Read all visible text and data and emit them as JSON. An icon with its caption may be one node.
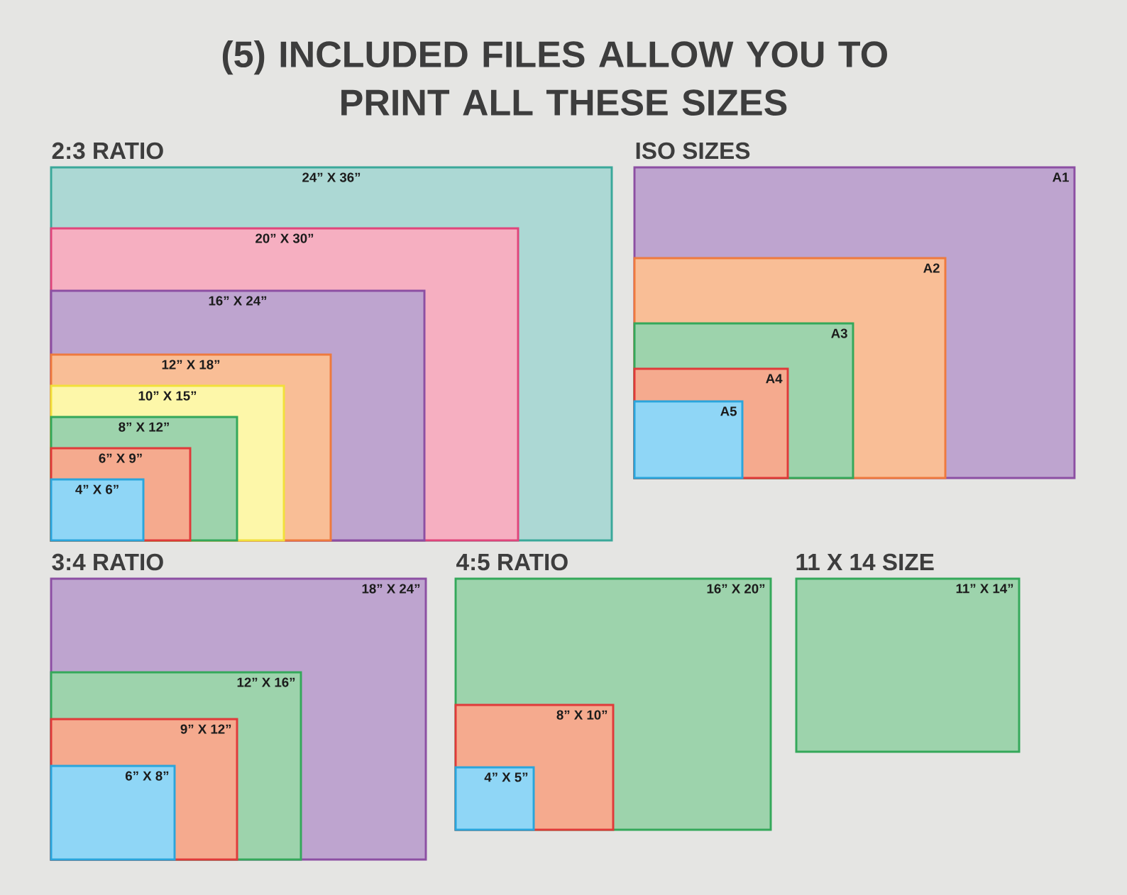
{
  "diagram": {
    "title": "(5) INCLUDED FILES ALLOW YOU TO PRINT ALL THESE SIZES",
    "nodes": [
      {
        "text": [
          "24” X 36”"
        ]
      },
      {
        "text": [
          "20” X 30”"
        ],
        "in": 0
      },
      {
        "text": [
          "16” X 24”"
        ],
        "in": 1
      },
      {
        "text": [
          "12” X 18”"
        ],
        "in": 2
      },
      {
        "text": [
          "10” X 15”"
        ],
        "in": 3
      },
      {
        "text": [
          "8” X 12”"
        ],
        "in": 4
      },
      {
        "text": [
          "6” X 9”"
        ],
        "in": 5
      },
      {
        "text": [
          "4” X 6”"
        ],
        "in": 6
      },
      {
        "text": [
          "A1"
        ]
      },
      {
        "text": [
          "A2"
        ],
        "in": 8
      },
      {
        "text": [
          "A3"
        ],
        "in": 9
      },
      {
        "text": [
          "A4"
        ],
        "in": 10
      },
      {
        "text": [
          "A5"
        ],
        "in": 11
      },
      {
        "text": [
          "18” X 24”"
        ]
      },
      {
        "text": [
          "12” X 16”"
        ],
        "in": 13
      },
      {
        "text": [
          "9” X 12”"
        ],
        "in": 14
      },
      {
        "text": [
          "6” X 8”"
        ],
        "in": 15
      },
      {
        "text": [
          "16” X 20”"
        ]
      },
      {
        "text": [
          "8” X 10”"
        ],
        "in": 17
      },
      {
        "text": [
          "4” X 5”"
        ],
        "in": 18
      },
      {
        "text": [
          "11” X 14”"
        ]
      }
    ],
    "labels": [
      "2:3 RATIO",
      "ISO SIZES",
      "3:4 RATIO",
      "4:5 RATIO",
      "11 X 14 SIZE"
    ]
  }
}
